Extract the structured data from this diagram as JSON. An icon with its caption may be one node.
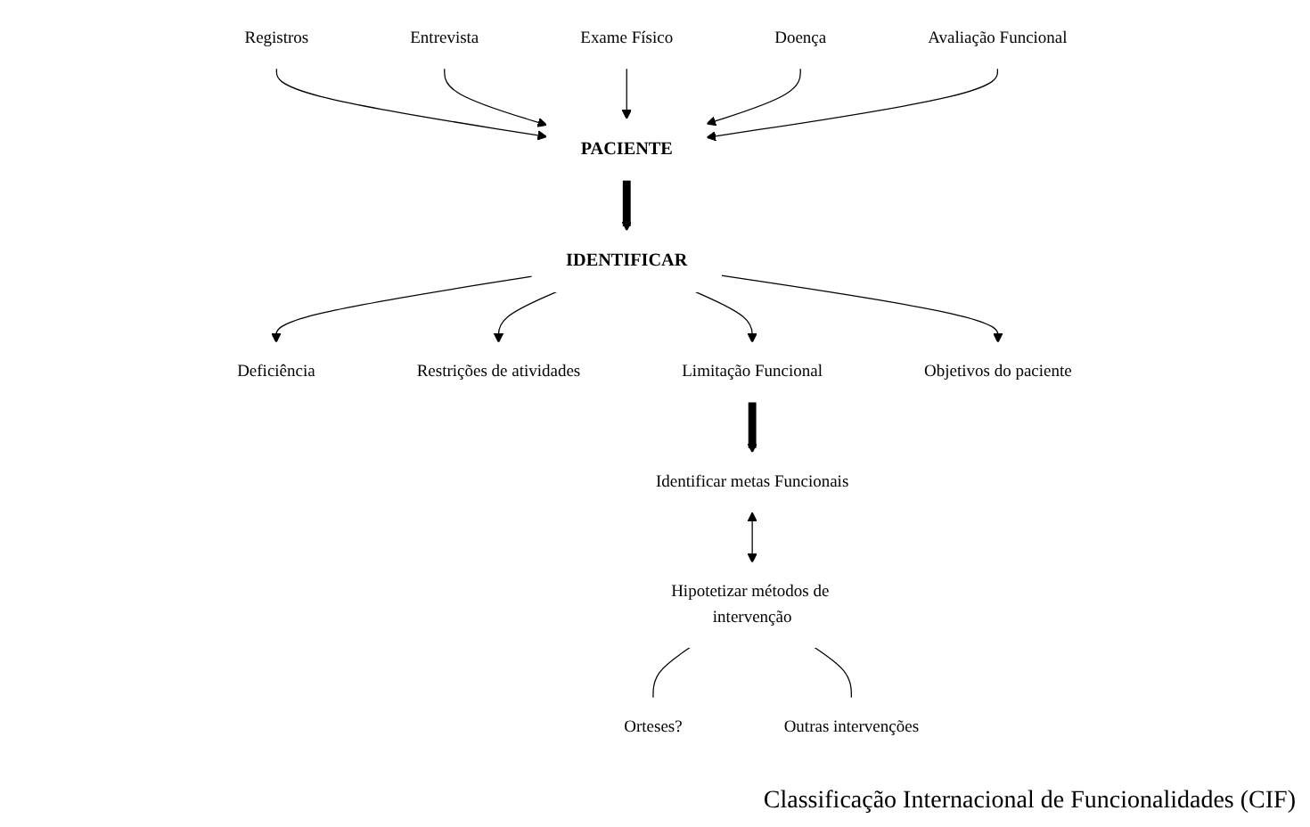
{
  "diagram": {
    "caption": "Classificação Internacional de Funcionalidades (CIF)",
    "nodes": [
      {
        "text": [
          "Registros"
        ]
      },
      {
        "text": [
          "Entrevista"
        ]
      },
      {
        "text": [
          "Exame Físico"
        ]
      },
      {
        "text": [
          "Doença"
        ]
      },
      {
        "text": [
          "Avaliação Funcional"
        ]
      },
      {
        "text": [
          "PACIENTE"
        ]
      },
      {
        "text": [
          "IDENTIFICAR"
        ]
      },
      {
        "text": [
          "Deficiência"
        ]
      },
      {
        "text": [
          "Restrições de atividades"
        ]
      },
      {
        "text": [
          "Limitação Funcional"
        ]
      },
      {
        "text": [
          "Objetivos do paciente"
        ]
      },
      {
        "text": [
          "Identificar metas Funcionais"
        ]
      },
      {
        "text": [
          "Hipotetizar métodos de intervenção"
        ]
      },
      {
        "text": [
          "Orteses?"
        ]
      },
      {
        "text": [
          "Outras intervenções"
        ]
      }
    ],
    "edges": [
      {
        "from": 0,
        "to": 5,
        "arrow": "to"
      },
      {
        "from": 1,
        "to": 5,
        "arrow": "to"
      },
      {
        "from": 2,
        "to": 5,
        "arrow": "to"
      },
      {
        "from": 3,
        "to": 5,
        "arrow": "to"
      },
      {
        "from": 4,
        "to": 5,
        "arrow": "to"
      },
      {
        "from": 5,
        "to": 6,
        "arrow": "to",
        "style": "thick"
      },
      {
        "from": 6,
        "to": 7,
        "arrow": "to"
      },
      {
        "from": 6,
        "to": 8,
        "arrow": "to"
      },
      {
        "from": 6,
        "to": 9,
        "arrow": "to"
      },
      {
        "from": 6,
        "to": 10,
        "arrow": "to"
      },
      {
        "from": 9,
        "to": 11,
        "arrow": "to",
        "style": "thick"
      },
      {
        "from": 11,
        "to": 12,
        "arrow": "both"
      },
      {
        "from": 12,
        "to": 13,
        "arrow": "none"
      },
      {
        "from": 12,
        "to": 14,
        "arrow": "none"
      }
    ]
  }
}
